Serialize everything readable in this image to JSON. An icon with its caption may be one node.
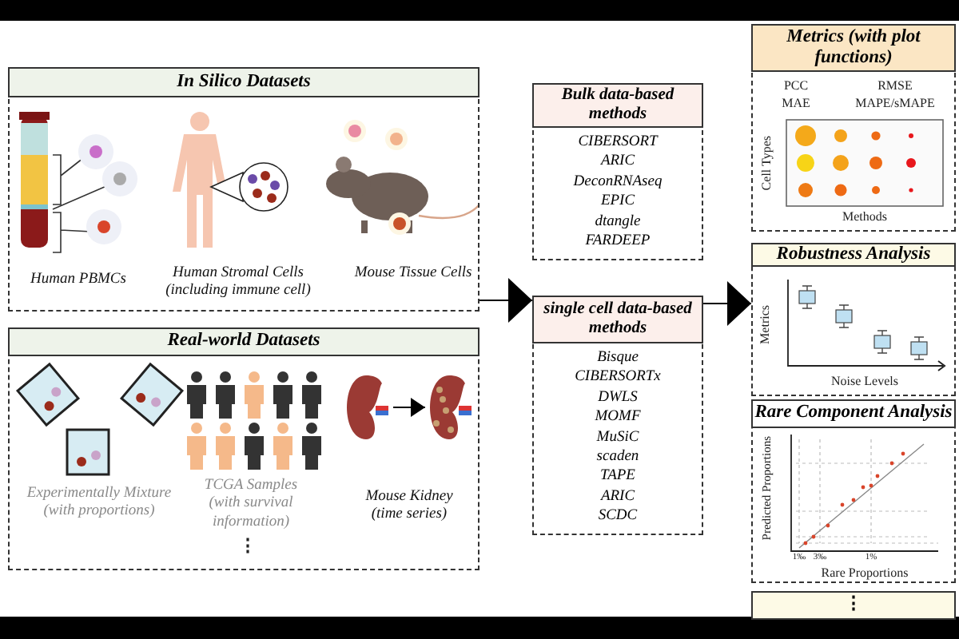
{
  "diagram": {
    "nodes": [
      {
        "text": [
          "In Silico Datasets"
        ]
      },
      {
        "text": [
          "Human PBMCs"
        ],
        "in": 0
      },
      {
        "text": [
          "Human Stromal Cells (including immune cell)"
        ],
        "in": 0
      },
      {
        "text": [
          "Mouse Tissue Cells"
        ],
        "in": 0
      },
      {
        "text": [
          "Real-world Datasets"
        ]
      },
      {
        "text": [
          "Experimentally Mixture (with proportions)"
        ],
        "in": 4
      },
      {
        "text": [
          "TCGA Samples (with survival information)"
        ],
        "in": 4
      },
      {
        "text": [],
        "shape": "picture",
        "in": 4
      },
      {
        "text": [],
        "shape": "picture",
        "in": 4
      },
      {
        "text": [
          "Mouse Kidney (time series)"
        ],
        "in": 4
      },
      {
        "text": [
          "Bulk data-based methods",
          "CIBERSORT",
          "ARIC",
          "DeconRNAseq",
          "EPIC",
          "dtangle",
          "FARDEEP"
        ]
      },
      {
        "text": [
          "single cell data-based methods",
          "Bisque",
          "CIBERSORTx",
          "DWLS",
          "MOMF",
          "MuSiC",
          "scaden",
          "TAPE",
          "ARIC",
          "SCDC"
        ]
      },
      {
        "text": [
          "Metrics (with plot functions)"
        ]
      },
      {
        "text": [
          "Robustness Analysis"
        ]
      },
      {
        "text": [
          "Rare Component Analysis"
        ]
      },
      {
        "text": [
          "⋮"
        ]
      }
    ],
    "edges": [
      {
        "from": 0,
        "to": 11,
        "arrow": "to"
      },
      {
        "from": 11,
        "to": 13,
        "arrow": "to"
      },
      {
        "from": 7,
        "to": 8,
        "arrow": "to"
      }
    ],
    "labels": [
      "⋮",
      "PCC",
      "MAE",
      "RMSE",
      "MAPE/sMAPE",
      "Cell Types",
      "Methods",
      "Metrics",
      "Noise Levels",
      "Predicted Proportions",
      "1‰",
      "3‰",
      "1%",
      "Rare Proportions"
    ]
  }
}
